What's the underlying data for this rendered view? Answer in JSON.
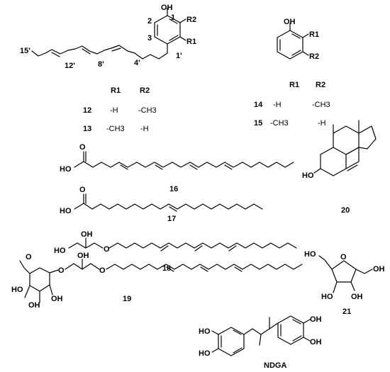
{
  "compounds": [
    {
      "id": "12-13",
      "locants": [
        "1",
        "2",
        "3",
        "1'",
        "4'",
        "8'",
        "12'",
        "15'"
      ],
      "substituents": [
        "OH",
        "R2",
        "R1"
      ],
      "table": {
        "headers": [
          "R1",
          "R2"
        ],
        "rows": [
          {
            "num": "12",
            "r1": "-H",
            "r2": "-CH3"
          },
          {
            "num": "13",
            "r1": "-CH3",
            "r2": "-H"
          }
        ]
      }
    },
    {
      "id": "14-15",
      "substituents": [
        "OH",
        "R1",
        "R2"
      ],
      "table": {
        "headers": [
          "R1",
          "R2"
        ],
        "rows": [
          {
            "num": "14",
            "r1": "-H",
            "r2": "-CH3"
          },
          {
            "num": "15",
            "r1": "-CH3",
            "r2": "-H"
          }
        ]
      }
    },
    {
      "id": "16",
      "label": "16",
      "substituents": [
        "O",
        "HO"
      ]
    },
    {
      "id": "17",
      "label": "17",
      "substituents": [
        "O",
        "HO"
      ]
    },
    {
      "id": "18",
      "label": "18",
      "substituents": [
        "OH",
        "HO",
        "O"
      ]
    },
    {
      "id": "19",
      "label": "19",
      "substituents": [
        "O",
        "OH",
        "O",
        "HO",
        "OH",
        "OH",
        "O"
      ]
    },
    {
      "id": "20",
      "label": "20",
      "substituents": [
        "HO"
      ]
    },
    {
      "id": "21",
      "label": "21",
      "substituents": [
        "HO",
        "O",
        "OH",
        "HO",
        "OH"
      ]
    },
    {
      "id": "ndga",
      "label": "NDGA",
      "substituents": [
        "OH",
        "OH",
        "HO",
        "HO"
      ]
    }
  ]
}
